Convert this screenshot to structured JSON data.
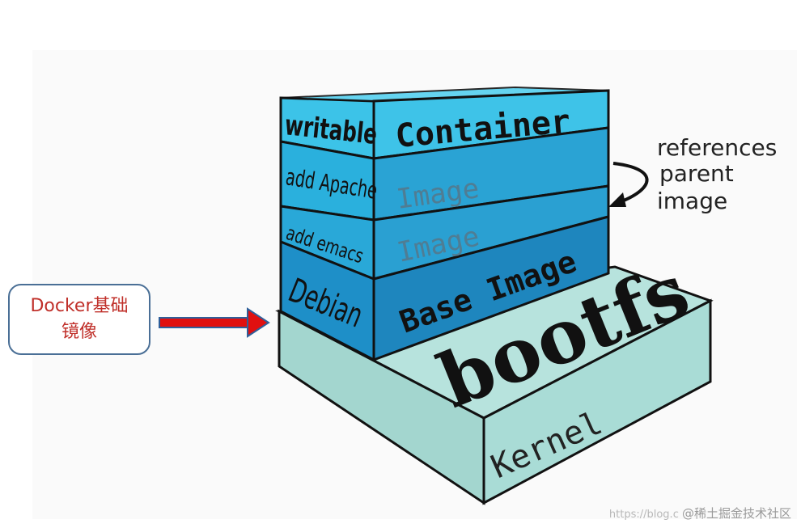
{
  "layers": {
    "container": {
      "side": "writable",
      "front": "Container"
    },
    "apache": {
      "side": "add Apache",
      "front": "Image"
    },
    "emacs": {
      "side": "add emacs",
      "front": "Image"
    },
    "debian": {
      "side": "Debian",
      "front": "Base Image"
    },
    "bootfs": {
      "label": "bootfs"
    },
    "kernel": {
      "label": "Kernel"
    }
  },
  "annotation": {
    "line1": "references",
    "line2": "parent",
    "line3": "image"
  },
  "callout": {
    "text": "Docker基础镜像"
  },
  "watermark": {
    "url": "https://blog.c",
    "site": "@稀土掘金技术社区"
  },
  "colors": {
    "layer_light": "#3ec3e8",
    "layer_mid": "#2aa3d4",
    "layer_dark": "#1e86be",
    "kernel_fill": "#a9dcd6",
    "kernel_side": "#8fcdc6",
    "arrow_red": "#e01010",
    "arrow_blue": "#2f5f9a",
    "outline": "#111111"
  }
}
